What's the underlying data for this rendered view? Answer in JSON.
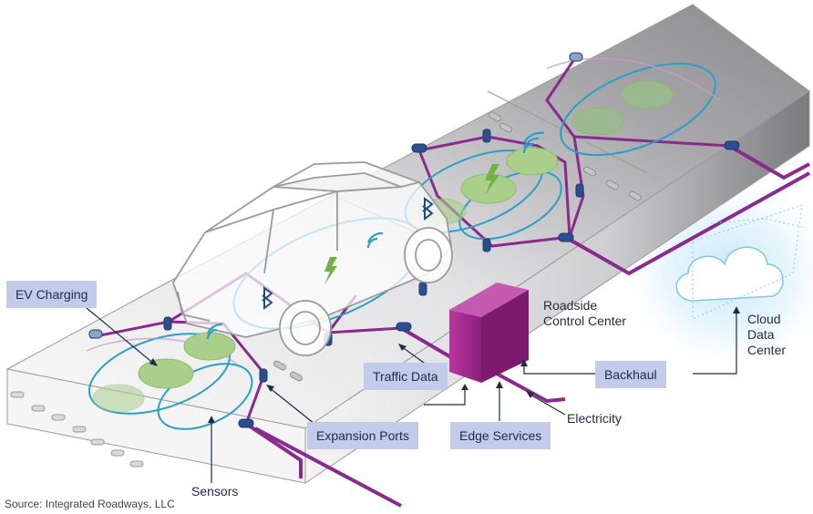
{
  "labels": {
    "ev_charging": "EV Charging",
    "traffic_data": "Traffic Data",
    "expansion_ports": "Expansion Ports",
    "edge_services": "Edge Services",
    "backhaul": "Backhaul",
    "roadside_control_center": "Roadside\nControl Center",
    "cloud_data_center": "Cloud\nData\nCenter",
    "electricity": "Electricity",
    "sensors": "Sensors"
  },
  "source": "Source: Integrated Roadways, LLC",
  "colors": {
    "slab_light": "#f2f2f3",
    "slab_mid": "#bdbdbf",
    "slab_dark": "#8e8e90",
    "conduit": "#8a2a8e",
    "coil": "#27a0c8",
    "pad": "#a9cf8a",
    "sensor": "#2a4f8f",
    "cabinet": "#a12a8e",
    "cloud_glow": "#bfe6f7",
    "label_bg": "#c3cbea"
  },
  "icons": [
    "bluetooth-icon",
    "wifi-icon",
    "lightning-icon",
    "cloud-icon"
  ]
}
